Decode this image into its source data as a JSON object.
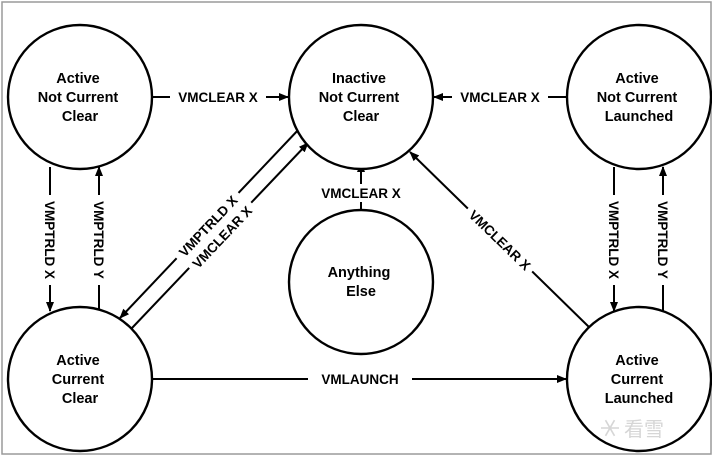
{
  "states": {
    "active_not_current_clear": {
      "lines": [
        "Active",
        "Not Current",
        "Clear"
      ]
    },
    "inactive_not_current_clear": {
      "lines": [
        "Inactive",
        "Not Current",
        "Clear"
      ]
    },
    "active_not_current_launched": {
      "lines": [
        "Active",
        "Not Current",
        "Launched"
      ]
    },
    "anything_else": {
      "lines": [
        "Anything",
        "Else"
      ]
    },
    "active_current_clear": {
      "lines": [
        "Active",
        "Current",
        "Clear"
      ]
    },
    "active_current_launched": {
      "lines": [
        "Active",
        "Current",
        "Launched"
      ]
    }
  },
  "transitions": {
    "clear_from_active_clear": "VMCLEAR X",
    "clear_from_active_launched": "VMCLEAR X",
    "vmptrld_x_left": "VMPTRLD X",
    "vmptrld_y_left": "VMPTRLD Y",
    "vmptrld_x_diag": "VMPTRLD X",
    "vmclear_x_diag": "VMCLEAR X",
    "clear_from_anything": "VMCLEAR X",
    "clear_from_current_launched": "VMCLEAR X",
    "vmptrld_x_right": "VMPTRLD X",
    "vmptrld_y_right": "VMPTRLD Y",
    "vmlaunch": "VMLAUNCH"
  },
  "watermark": "看雪",
  "colors": {
    "line": "#000000",
    "background": "#ffffff",
    "frame": "#9a9a9a",
    "watermark": "#d6d6d6"
  }
}
